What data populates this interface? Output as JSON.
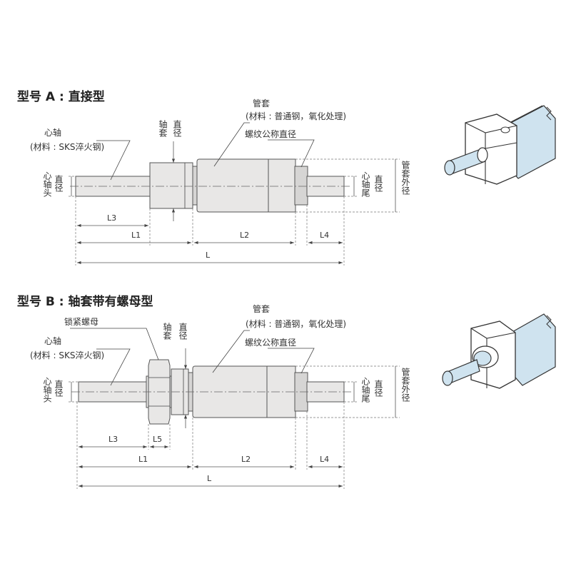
{
  "typeA": {
    "title": "型号 A : 直接型",
    "sleeve_label": "管套",
    "sleeve_material": "(材料 : 普通钢，氧化处理)",
    "thread_label": "螺纹公称直径",
    "shaft_label": "心轴",
    "shaft_material": "(材料 : SKS淬火钢)",
    "collar_dia": [
      "轴套",
      "直径"
    ],
    "head_dia": [
      "心轴头",
      "直径"
    ],
    "tail_dia": [
      "心轴尾",
      "直径"
    ],
    "sleeve_od": "管套外径",
    "dims": {
      "L3": "L3",
      "L1": "L1",
      "L2": "L2",
      "L4": "L4",
      "L": "L"
    }
  },
  "typeB": {
    "title": "型号 B : 轴套带有螺母型",
    "sleeve_label": "管套",
    "sleeve_material": "(材料 : 普通钢，氧化处理)",
    "thread_label": "螺纹公称直径",
    "locknut_label": "锁紧螺母",
    "shaft_label": "心轴",
    "shaft_material": "(材料 : SKS淬火钢)",
    "collar_dia": [
      "轴套",
      "直径"
    ],
    "head_dia": [
      "心轴头",
      "直径"
    ],
    "tail_dia": [
      "心轴尾",
      "直径"
    ],
    "sleeve_od": "管套外径",
    "dims": {
      "L3": "L3",
      "L5": "L5",
      "L1": "L1",
      "L2": "L2",
      "L4": "L4",
      "L": "L"
    }
  },
  "colors": {
    "part_fill": "#e8e7e6",
    "outline": "#555555",
    "iso_blue": "#cfe3ef"
  },
  "icons": [
    "type-a-isometric-sketch",
    "type-b-isometric-sketch"
  ]
}
